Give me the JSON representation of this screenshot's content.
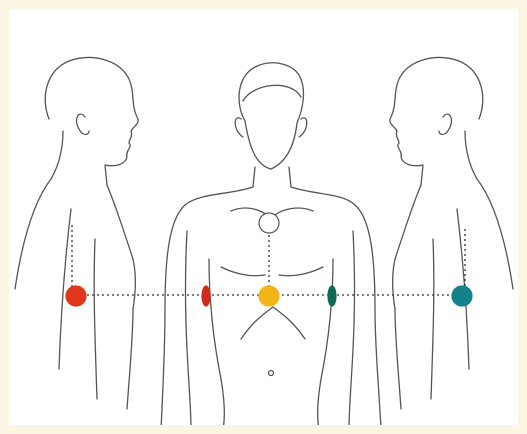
{
  "colors": {
    "frame": "#fbf6e3",
    "background": "#ffffff",
    "outline": "#555555",
    "guide_line": "#333333"
  },
  "electrodes": [
    {
      "id": "right-lateral",
      "view": "left-profile",
      "color": "#e0371c"
    },
    {
      "id": "right-anterior",
      "view": "front",
      "color": "#cf2a1a"
    },
    {
      "id": "sternum-upper",
      "view": "front",
      "color": "#ffffff"
    },
    {
      "id": "sternum-lower",
      "view": "front",
      "color": "#f2b417"
    },
    {
      "id": "left-anterior",
      "view": "front",
      "color": "#0d6b55"
    },
    {
      "id": "left-lateral",
      "view": "right-profile",
      "color": "#14808a"
    }
  ]
}
